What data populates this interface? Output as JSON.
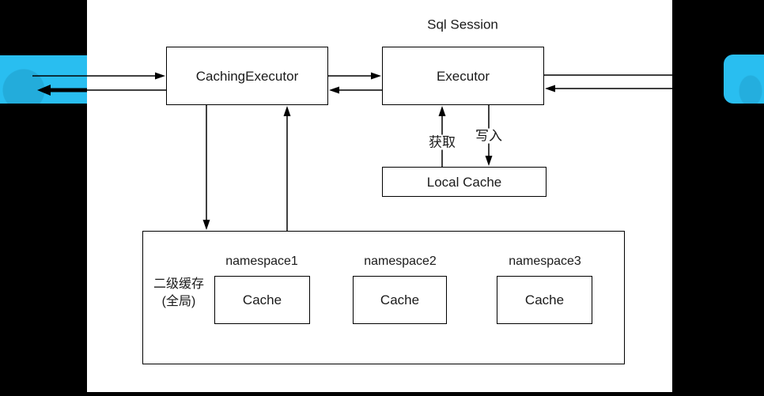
{
  "diagram": {
    "session_label": "Sql Session",
    "nodes": {
      "caching_executor": "CachingExecutor",
      "executor": "Executor",
      "local_cache": "Local Cache"
    },
    "edge_labels": {
      "get": "获取",
      "write": "写入"
    },
    "second_level_cache": {
      "title_line1": "二级缓存",
      "title_line2": "(全局)",
      "namespaces": [
        {
          "label": "namespace1",
          "cache_label": "Cache"
        },
        {
          "label": "namespace2",
          "cache_label": "Cache"
        },
        {
          "label": "namespace3",
          "cache_label": "Cache"
        }
      ]
    },
    "colors": {
      "accent_cyan": "#29BEF0",
      "background": "#000000",
      "surface": "#FFFFFF",
      "line": "#000000"
    }
  }
}
